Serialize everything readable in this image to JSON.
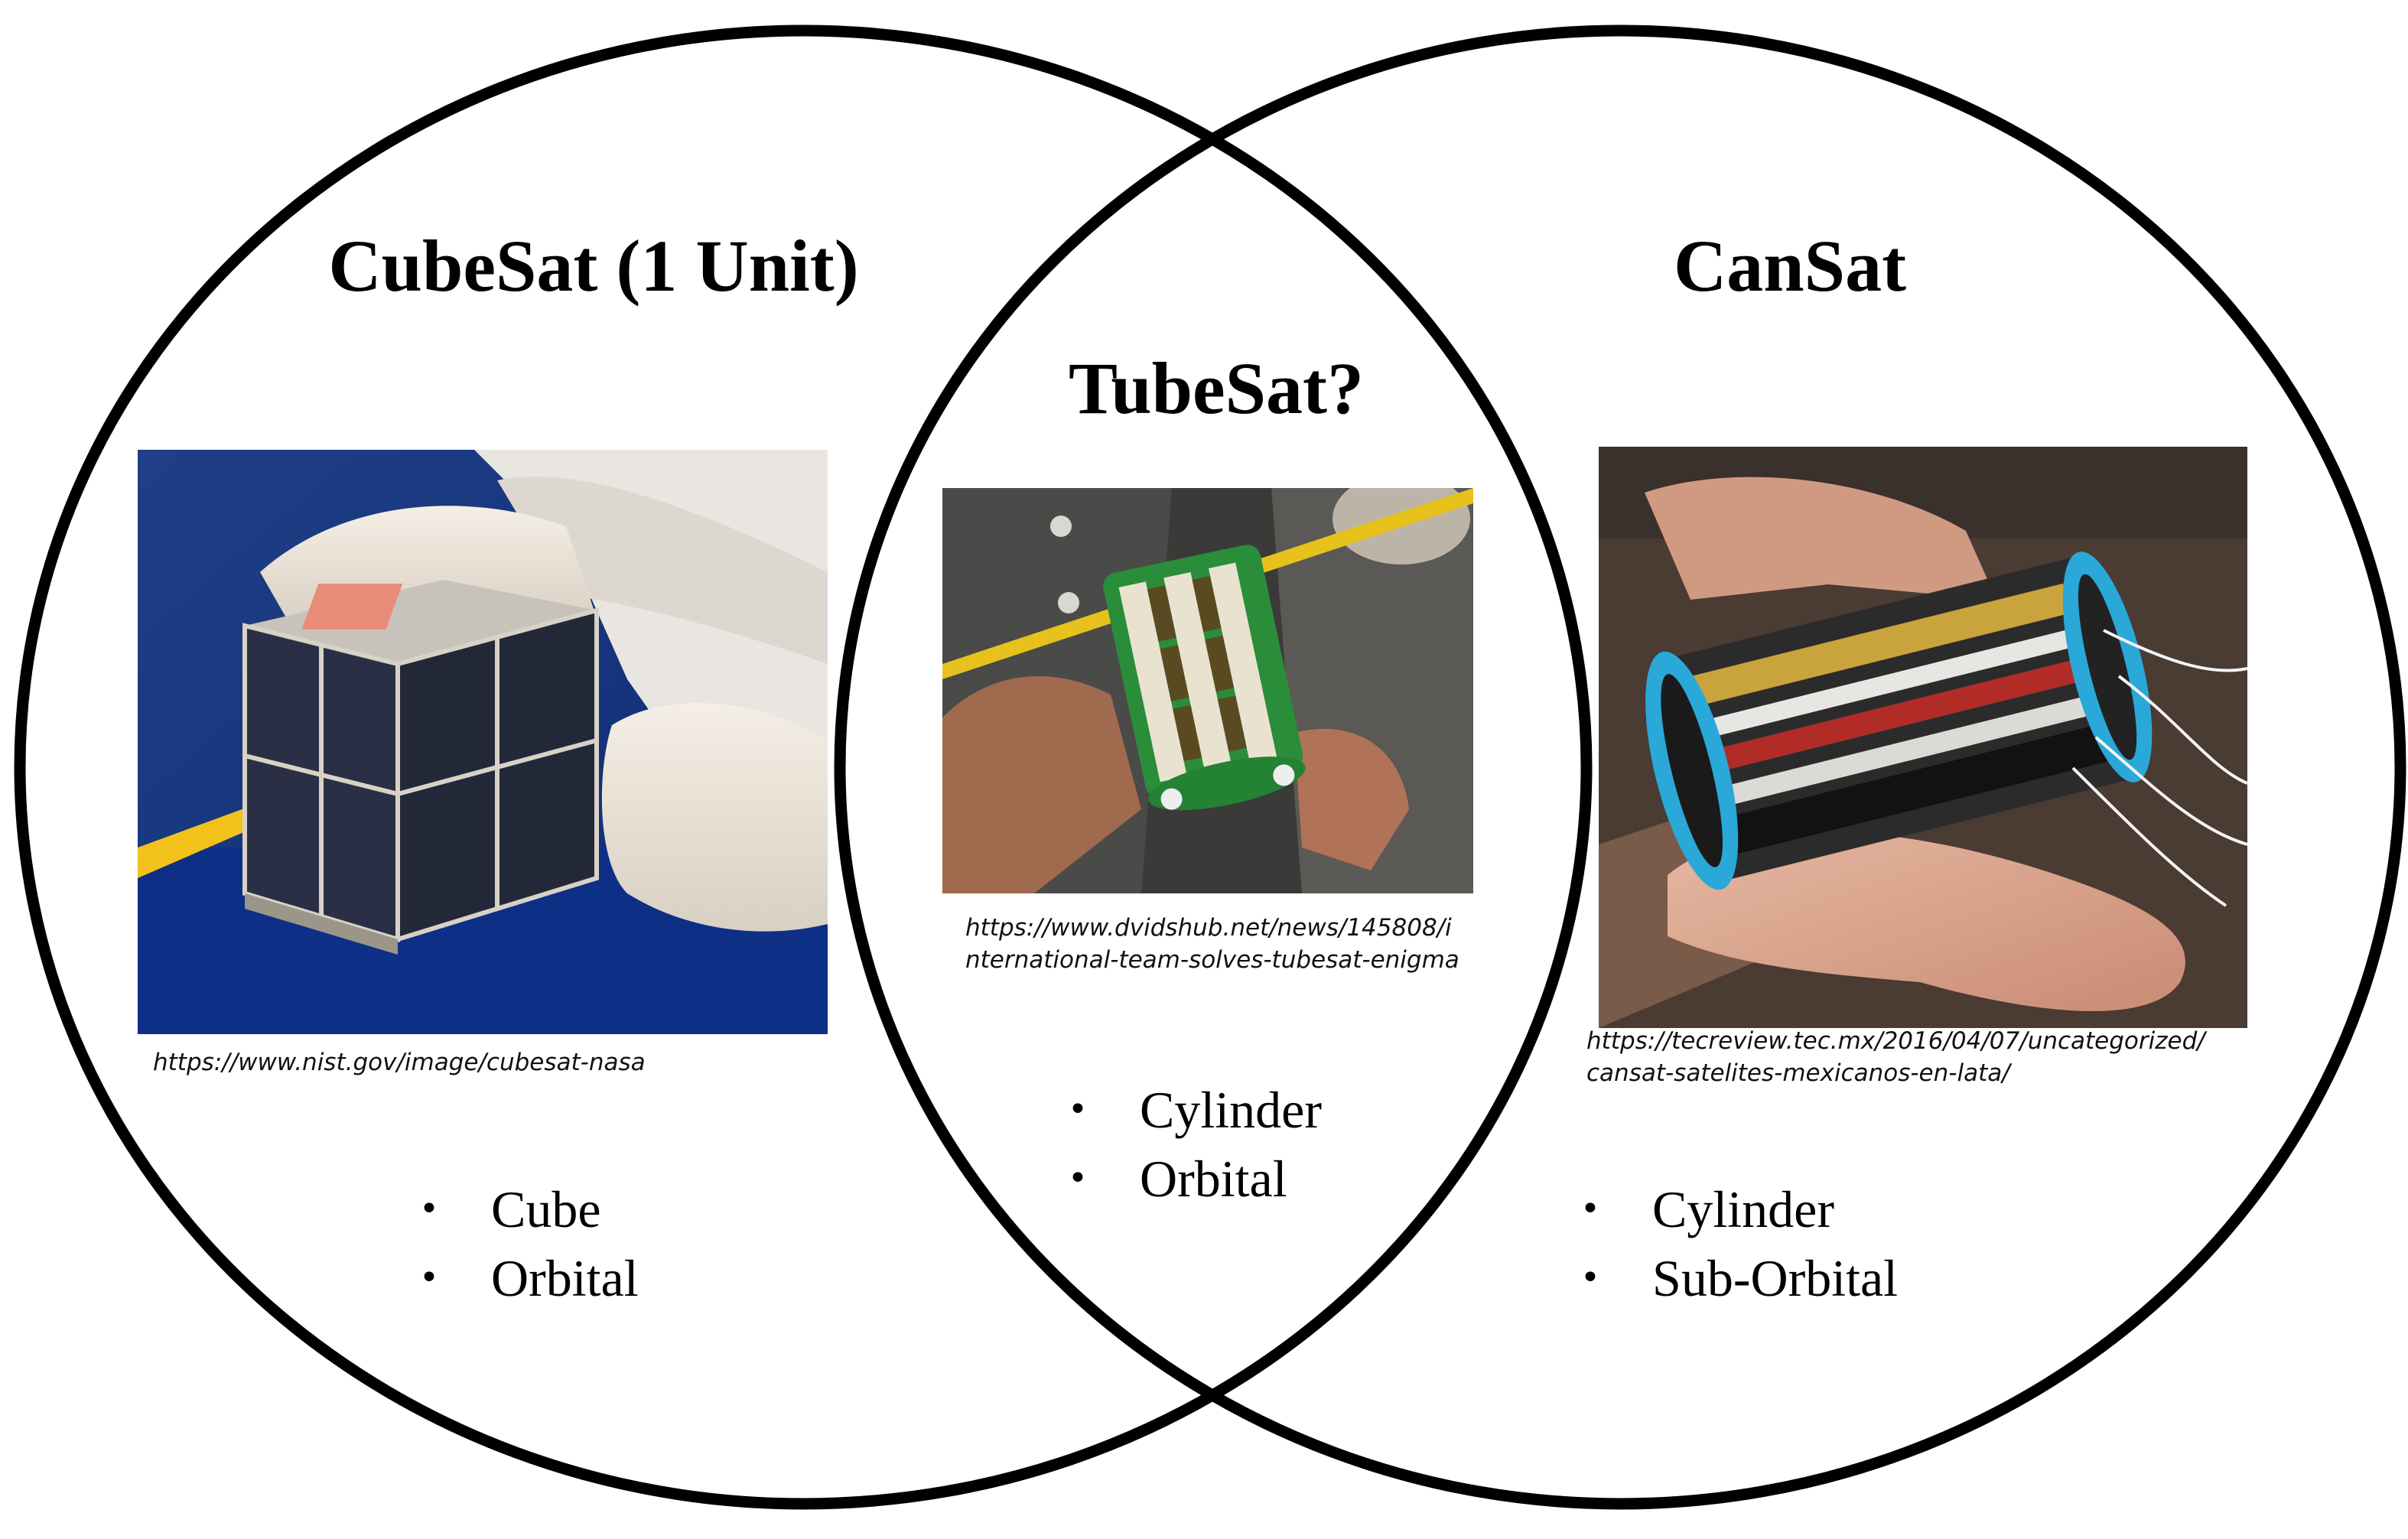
{
  "colors": {
    "outline": "#000000",
    "background": "#ffffff"
  },
  "sets": {
    "left": {
      "title": "CubeSat (1 Unit)",
      "image_icon": "cubesat-photo",
      "source_url": "https://www.nist.gov/image/cubesat-nasa",
      "bullets": [
        "Cube",
        "Orbital"
      ]
    },
    "center": {
      "title": "TubeSat?",
      "image_icon": "tubesat-photo",
      "source_url": "https://www.dvidshub.net/news/145808/international-team-solves-tubesat-enigma",
      "bullets": [
        "Cylinder",
        "Orbital"
      ]
    },
    "right": {
      "title": "CanSat",
      "image_icon": "cansat-photo",
      "source_url": "https://tecreview.tec.mx/2016/04/07/uncategorized/cansat-satelites-mexicanos-en-lata/",
      "bullets": [
        "Cylinder",
        "Sub-Orbital"
      ]
    }
  },
  "bullet_glyph": "•"
}
